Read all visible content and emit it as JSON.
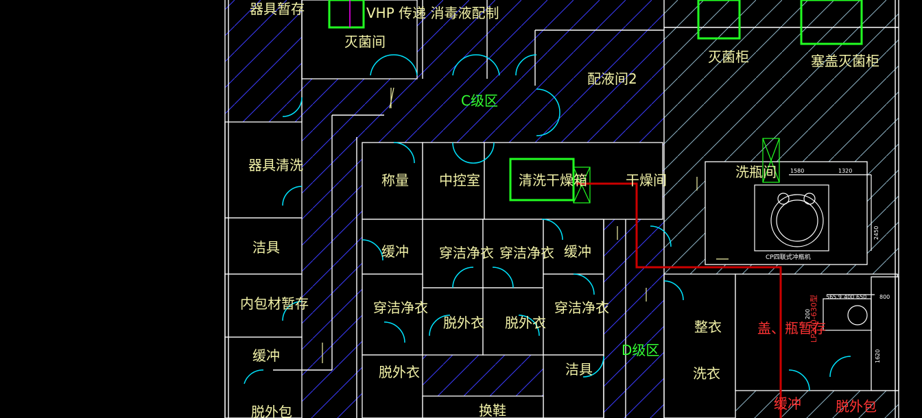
{
  "colors": {
    "background": "#000000",
    "wall": "#ffffff",
    "hatch": "#3b3bff",
    "hatch_light": "#8fb5c8",
    "door": "#00e5ff",
    "label": "#f2f2a8",
    "zone_label": "#33ff33",
    "equipment": "#22ff22",
    "pipe": "#cc0000",
    "red_label": "#ff3333",
    "magenta": "#ff00ff"
  },
  "rooms": {
    "apparatus_temp_storage": "器具暂存",
    "sterilization_room": "灭菌间",
    "vhp_transfer": "VHP 传递 消毒液配制",
    "sterilizer_cabinet": "灭菌柜",
    "stopper_sterilizer": "塞盖灭菌柜",
    "prep_room_2": "配液间2",
    "zone_c": "C级区",
    "apparatus_cleaning": "器具清洗",
    "weighing": "称量",
    "control_room": "中控室",
    "wash_dry_box": "清洗干燥箱",
    "drying_room": "干燥间",
    "bottle_washing": "洗瓶间",
    "clean_tools_1": "洁具",
    "buffer_1": "缓冲",
    "wear_clean_clothes_1": "穿洁净衣",
    "wear_clean_clothes_2": "穿洁净衣",
    "buffer_2": "缓冲",
    "inner_pack_storage": "内包材暂存",
    "wear_clean_clothes_3": "穿洁净衣",
    "remove_outer_1": "脱外衣",
    "remove_outer_2": "脱外衣",
    "wear_clean_clothes_4": "穿洁净衣",
    "buffer_3": "缓冲",
    "zone_d": "D级区",
    "dress": "整衣",
    "cap_bottle_storage": "盖、瓶暂存",
    "remove_outer_3": "脱外衣",
    "clean_tools_2": "洁具",
    "wash_clothes": "洗衣",
    "remove_outer_pack_1": "脱外包",
    "change_shoes": "换鞋",
    "buffer_4": "缓冲",
    "remove_outer_pack_2": "脱外包"
  },
  "equipment_text": {
    "machine_label": "CP四联式冲瓶机",
    "model_label": "LP200-630型",
    "dim_1580": "1580",
    "dim_1320": "1320",
    "dim_2450": "2450",
    "dim_5659": "565.9",
    "dim_400": "400",
    "dim_650": "650",
    "dim_800": "800",
    "dim_200": "200",
    "dim_1620": "1620"
  }
}
